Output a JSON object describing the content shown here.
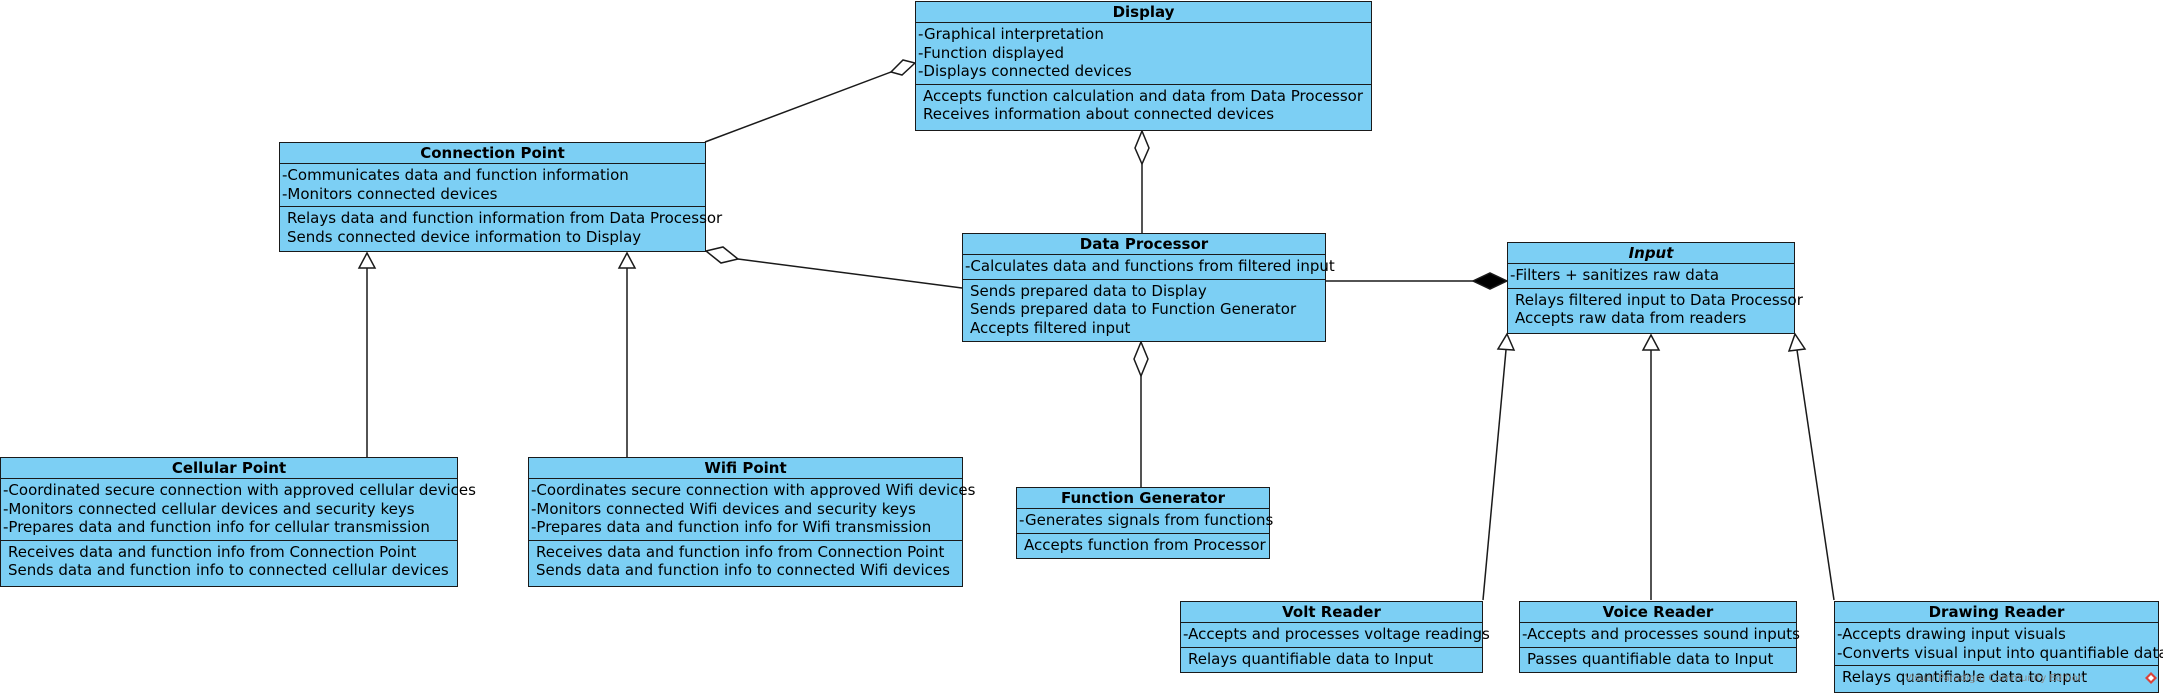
{
  "classes": {
    "display": {
      "name": "Display",
      "attributes": [
        "-Graphical interpretation",
        "-Function displayed",
        "-Displays connected devices"
      ],
      "operations": [
        "Accepts function calculation and data from Data Processor",
        "Receives information about connected devices"
      ]
    },
    "connection_point": {
      "name": "Connection Point",
      "attributes": [
        "-Communicates data and function information",
        "-Monitors connected devices"
      ],
      "operations": [
        "Relays data and function information from Data Processor",
        "Sends connected device information to Display"
      ]
    },
    "data_processor": {
      "name": "Data Processor",
      "attributes": [
        "-Calculates data and functions from filtered input"
      ],
      "operations": [
        "Sends prepared data to Display",
        "Sends prepared data to Function Generator",
        "Accepts filtered input"
      ]
    },
    "input": {
      "name": "Input",
      "attributes": [
        "-Filters + sanitizes raw data"
      ],
      "operations": [
        "Relays filtered input to Data Processor",
        "Accepts raw data from readers"
      ]
    },
    "cellular_point": {
      "name": "Cellular Point",
      "attributes": [
        "-Coordinated secure connection with approved cellular devices",
        "-Monitors connected cellular devices and security keys",
        "-Prepares data and function info for cellular transmission"
      ],
      "operations": [
        "Receives data and function info from Connection Point",
        "Sends data and function info to connected cellular devices"
      ]
    },
    "wifi_point": {
      "name": "Wifi Point",
      "attributes": [
        "-Coordinates secure connection with approved Wifi devices",
        "-Monitors connected Wifi devices and security keys",
        "-Prepares data and function info for Wifi transmission"
      ],
      "operations": [
        "Receives data and function info from Connection Point",
        "Sends data and function info to connected Wifi devices"
      ]
    },
    "function_generator": {
      "name": "Function Generator",
      "attributes": [
        "-Generates signals from functions"
      ],
      "operations": [
        "Accepts function from Processor"
      ]
    },
    "volt_reader": {
      "name": "Volt Reader",
      "attributes": [
        "-Accepts and processes voltage readings"
      ],
      "operations": [
        "Relays quantifiable data to Input"
      ]
    },
    "voice_reader": {
      "name": "Voice Reader",
      "attributes": [
        "-Accepts and processes sound inputs"
      ],
      "operations": [
        "Passes quantifiable data to Input"
      ]
    },
    "drawing_reader": {
      "name": "Drawing Reader",
      "attributes": [
        "-Accepts drawing input visuals",
        "-Converts visual input into quantifiable data"
      ],
      "operations": [
        "Relays quantifiable data to Input"
      ]
    }
  },
  "watermark": "Visual Paradigm Community Edition",
  "colors": {
    "class_fill": "#7ccff4",
    "class_border": "#1a1a1a",
    "connector": "#1a1a1a",
    "watermark_icon": "#d9433a"
  }
}
